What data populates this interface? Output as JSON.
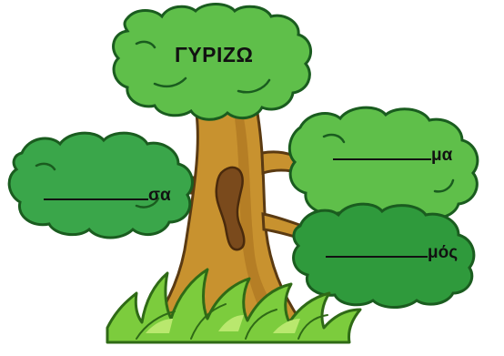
{
  "root_word": "ΓΥΡΙΖΩ",
  "branches": [
    {
      "blank": "",
      "suffix": "σα"
    },
    {
      "blank": "",
      "suffix": "μα"
    },
    {
      "blank": "",
      "suffix": "μός"
    }
  ],
  "colors": {
    "foliage_light": "#5fbf4a",
    "foliage_dark": "#2f9a3c",
    "outline": "#1a5c1f",
    "trunk": "#c8922f",
    "trunk_shade": "#a9711f",
    "knot": "#7a4a1c",
    "grass": "#7ccc3d",
    "grass_light": "#b9e86e"
  }
}
